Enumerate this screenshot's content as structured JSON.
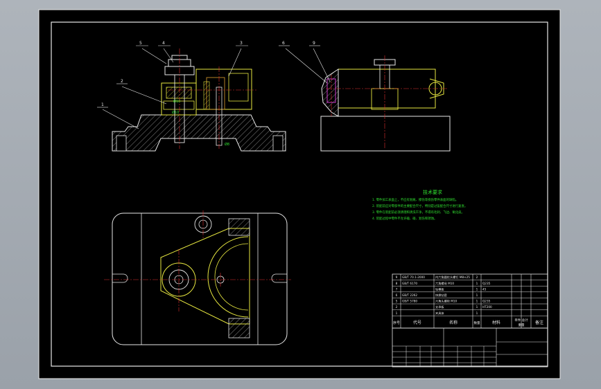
{
  "drawing": {
    "callouts": [
      "5",
      "4",
      "2",
      "1",
      "3",
      "6",
      "9"
    ],
    "tech_req_title": "技术要求",
    "tech_req_lines": [
      "1. 零件加工表面上，不应有划痕、擦伤等损伤零件表面的缺陷。",
      "2. 装配前应对零部件的主要配合尺寸，特别是过盈配合尺寸进行复查。",
      "3. 零件在装配前必须清理和清洗干净，不得有毛刺、飞边、氧化皮。",
      "4. 装配过程中零件不允许磕、碰、划伤和锈蚀。"
    ],
    "bom": {
      "rows": [
        {
          "no": "9",
          "code": "GB/T 70.1-2000",
          "name": "内六角圆柱头螺钉 M8×25",
          "qty": "2",
          "mat": ""
        },
        {
          "no": "8",
          "code": "GB/T 6170",
          "name": "六角螺母 M10",
          "qty": "1",
          "mat": "Q235"
        },
        {
          "no": "7",
          "code": "",
          "name": "钻模板",
          "qty": "1",
          "mat": "45"
        },
        {
          "no": "6",
          "code": "GB/T 2262",
          "name": "快换钻套",
          "qty": "1",
          "mat": ""
        },
        {
          "no": "5",
          "code": "GB/T 5780",
          "name": "六角头螺栓 M10",
          "qty": "1",
          "mat": "Q235"
        },
        {
          "no": "2",
          "code": "",
          "name": "支承板",
          "qty": "1",
          "mat": "HT200"
        },
        {
          "no": "1",
          "code": "",
          "name": "夹具体",
          "qty": "1",
          "mat": ""
        }
      ],
      "headers": {
        "no": "序号",
        "code": "代号",
        "name": "名称",
        "qty": "数量",
        "mat": "材料",
        "weight": "单件 总计",
        "weight_sub": "重量",
        "remark": "备注"
      }
    }
  }
}
